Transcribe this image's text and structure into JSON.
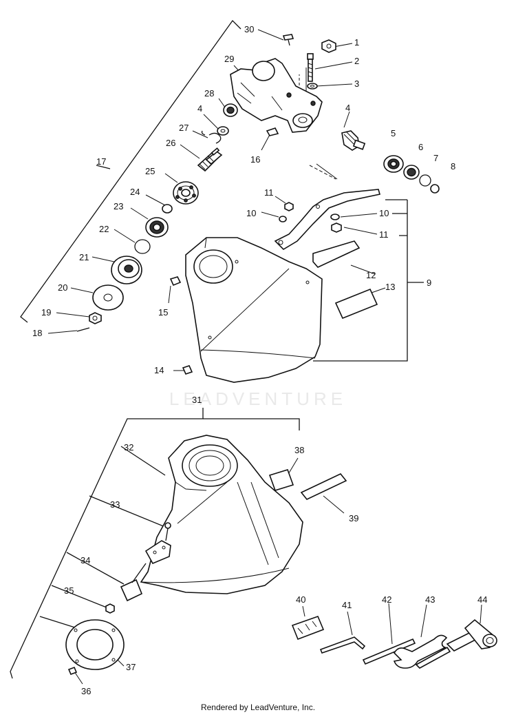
{
  "watermark": "LEADVENTURE",
  "footer": "Rendered by LeadVenture, Inc.",
  "labels": {
    "p1": "1",
    "p2": "2",
    "p3": "3",
    "p4a": "4",
    "p4b": "4",
    "p5": "5",
    "p6": "6",
    "p7": "7",
    "p8": "8",
    "p9": "9",
    "p10a": "10",
    "p10b": "10",
    "p11a": "11",
    "p11b": "11",
    "p12": "12",
    "p13": "13",
    "p14": "14",
    "p15": "15",
    "p16": "16",
    "p17": "17",
    "p18": "18",
    "p19": "19",
    "p20": "20",
    "p21": "21",
    "p22": "22",
    "p23": "23",
    "p24": "24",
    "p25": "25",
    "p26": "26",
    "p27": "27",
    "p28": "28",
    "p29": "29",
    "p30": "30",
    "p31": "31",
    "p32": "32",
    "p33": "33",
    "p34": "34",
    "p35": "35",
    "p36": "36",
    "p37": "37",
    "p38": "38",
    "p39": "39",
    "p40": "40",
    "p41": "41",
    "p42": "42",
    "p43": "43",
    "p44": "44"
  }
}
